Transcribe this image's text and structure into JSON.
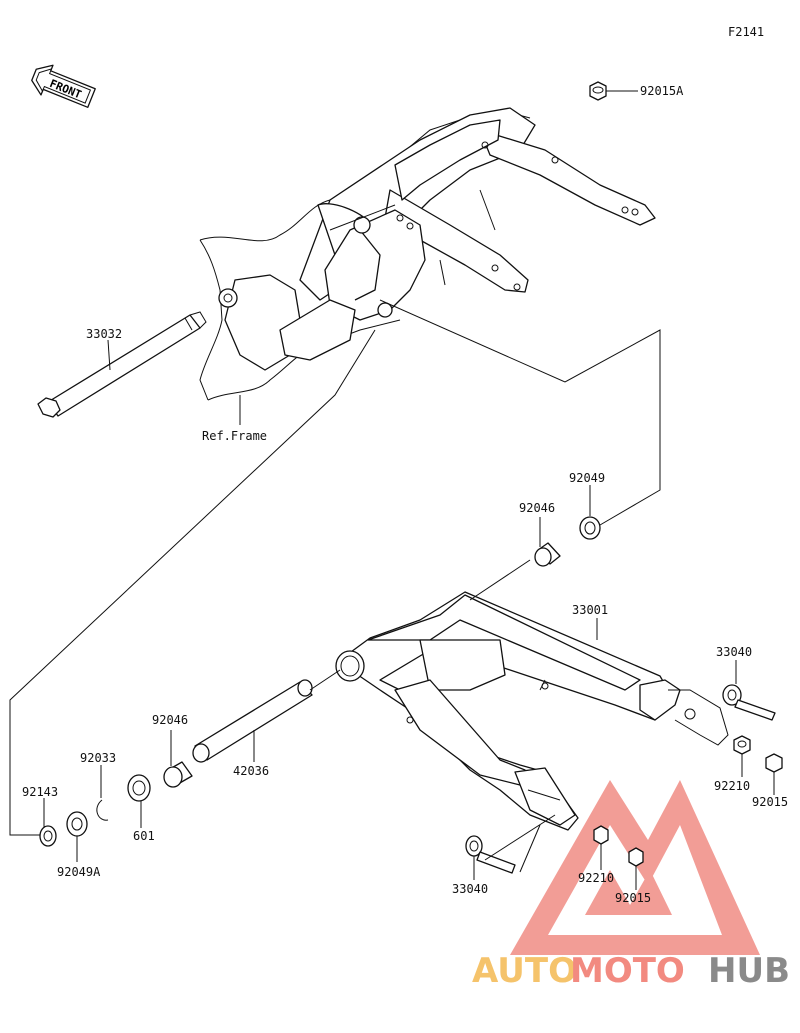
{
  "diagram": {
    "figure_code": "F2141",
    "front_label": "FRONT",
    "ref_frame": "Ref.Frame",
    "parts": {
      "p92015A": "92015A",
      "p33032": "33032",
      "p92049": "92049",
      "p92046_top": "92046",
      "p33001": "33001",
      "p33040_right": "33040",
      "p92046_left": "92046",
      "p92033": "92033",
      "p92143": "92143",
      "p42036": "42036",
      "p601": "601",
      "p92049A": "92049A",
      "p92210_right": "92210",
      "p92015_right": "92015",
      "p33040_bottom": "33040",
      "p92210_bottom": "92210",
      "p92015_bottom": "92015"
    }
  },
  "watermark": {
    "word_auto": "AUTO",
    "word_moto": "MOTO",
    "word_hub": "HUB",
    "colors": {
      "auto": "#f5c36b",
      "moto": "#f28a80",
      "hub": "#8a8a8a",
      "triangle": "#f08c84"
    }
  }
}
